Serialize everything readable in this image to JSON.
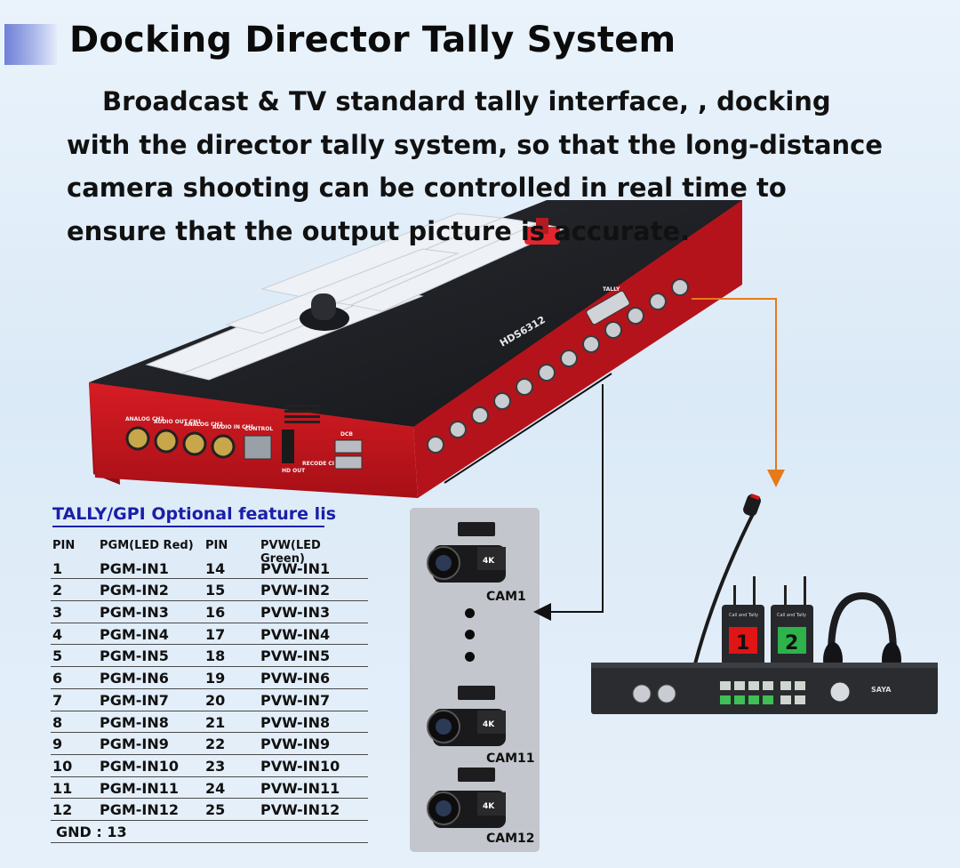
{
  "header": {
    "title": "Docking Director Tally System",
    "description": "Broadcast & TV standard tally interface, , docking with the director tally system, so that the long-distance camera shooting can be controlled in real time to ensure that the output picture is accurate."
  },
  "device": {
    "model": "HDS6312",
    "port_labels": {
      "analog_ch2": "ANALOG CH2",
      "audio_out_ch1": "AUDIO OUT CH1",
      "analog_ch2b": "ANALOG CH2",
      "audio_in_ch1": "AUDIO IN CH1",
      "control": "CONTROL",
      "hd_out": "HD OUT",
      "record": "RECODE CI",
      "usb": "DCB",
      "tally": "TALLY"
    }
  },
  "tally": {
    "heading": "TALLY/GPI Optional feature lis",
    "columns": [
      "PIN",
      "PGM(LED Red)",
      "PIN",
      "PVW(LED Green)"
    ],
    "rows": [
      [
        "1",
        "PGM-IN1",
        "14",
        "PVW-IN1"
      ],
      [
        "2",
        "PGM-IN2",
        "15",
        "PVW-IN2"
      ],
      [
        "3",
        "PGM-IN3",
        "16",
        "PVW-IN3"
      ],
      [
        "4",
        "PGM-IN4",
        "17",
        "PVW-IN4"
      ],
      [
        "5",
        "PGM-IN5",
        "18",
        "PVW-IN5"
      ],
      [
        "6",
        "PGM-IN6",
        "19",
        "PVW-IN6"
      ],
      [
        "7",
        "PGM-IN7",
        "20",
        "PVW-IN7"
      ],
      [
        "8",
        "PGM-IN8",
        "21",
        "PVW-IN8"
      ],
      [
        "9",
        "PGM-IN9",
        "22",
        "PVW-IN9"
      ],
      [
        "10",
        "PGM-IN10",
        "23",
        "PVW-IN10"
      ],
      [
        "11",
        "PGM-IN11",
        "24",
        "PVW-IN11"
      ],
      [
        "12",
        "PGM-IN12",
        "25",
        "PVW-IN12"
      ]
    ],
    "ground": "GND : 13"
  },
  "cameras": {
    "top": "CAM1",
    "middle": "CAM11",
    "bottom": "CAM12",
    "badge": "4K"
  },
  "intercom": {
    "beltpack_1": "1",
    "beltpack_2": "2",
    "beltpack_header": "Call and Tally",
    "brand": "SAYA"
  },
  "colors": {
    "title_accent": "#6f7fd6",
    "heading_blue": "#1b1fa8",
    "device_red": "#c4141c",
    "arrow_orange": "#e67a1a",
    "tally_red": "#e01515",
    "tally_green": "#2db34a"
  }
}
